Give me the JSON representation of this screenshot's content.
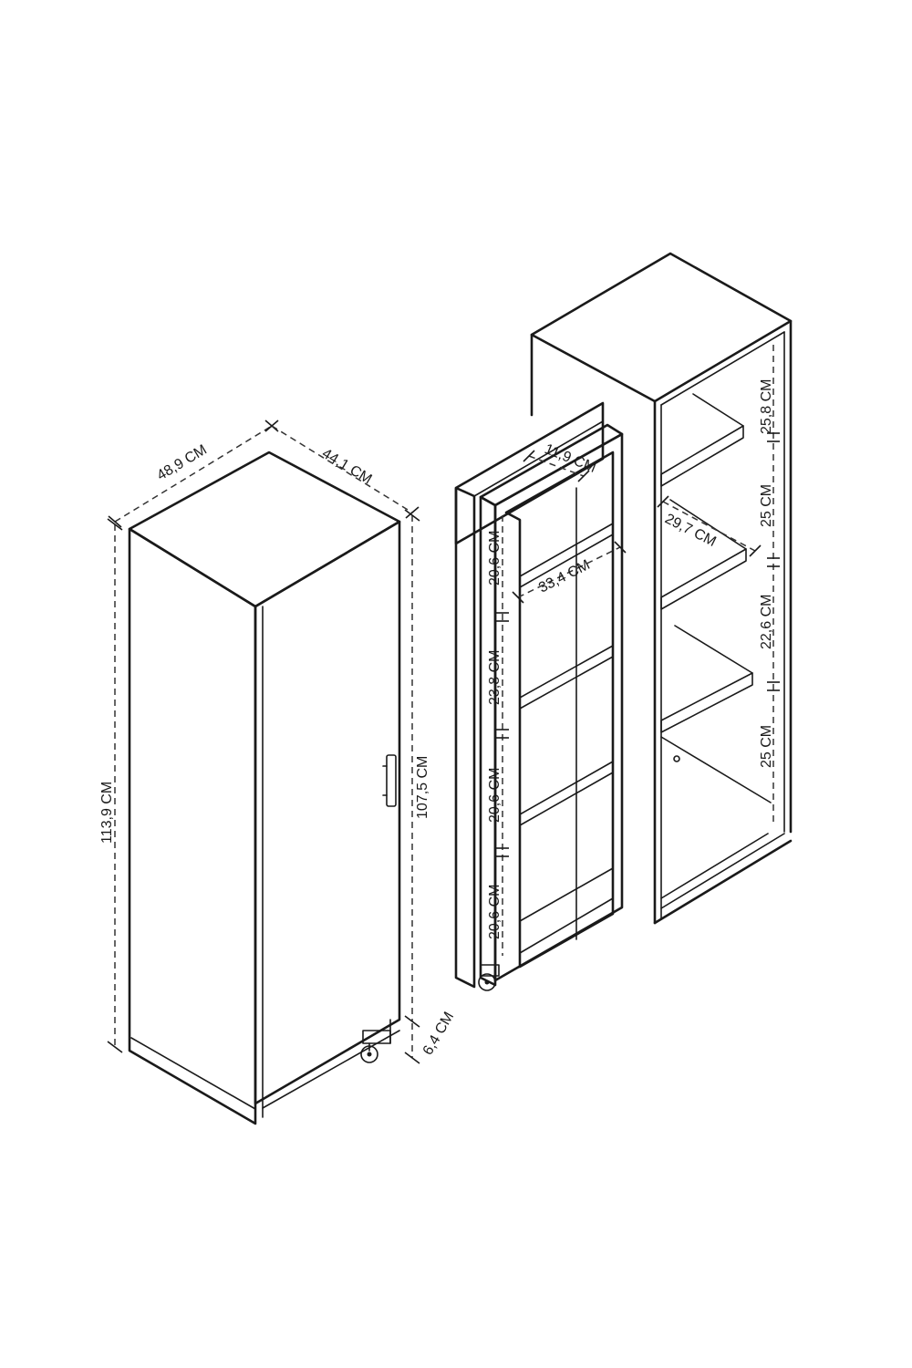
{
  "cabinet_closed": {
    "width_label": "48,9 CM",
    "depth_label": "44,1 CM",
    "height_label": "113,9 CM",
    "body_height_label": "107,5 CM",
    "wheel_height_label": "6,4 CM"
  },
  "pullout_unit": {
    "depth_label": "11,9 CM",
    "shelf_width_label": "33,4 CM",
    "shelf_gaps": [
      "20,6 CM",
      "23,8 CM",
      "20,6 CM",
      "20,6 CM"
    ]
  },
  "side_shelving": {
    "shelf_depth_label": "29,7 CM",
    "shelf_gaps": [
      "25,8 CM",
      "25 CM",
      "22,6 CM",
      "25 CM"
    ]
  }
}
